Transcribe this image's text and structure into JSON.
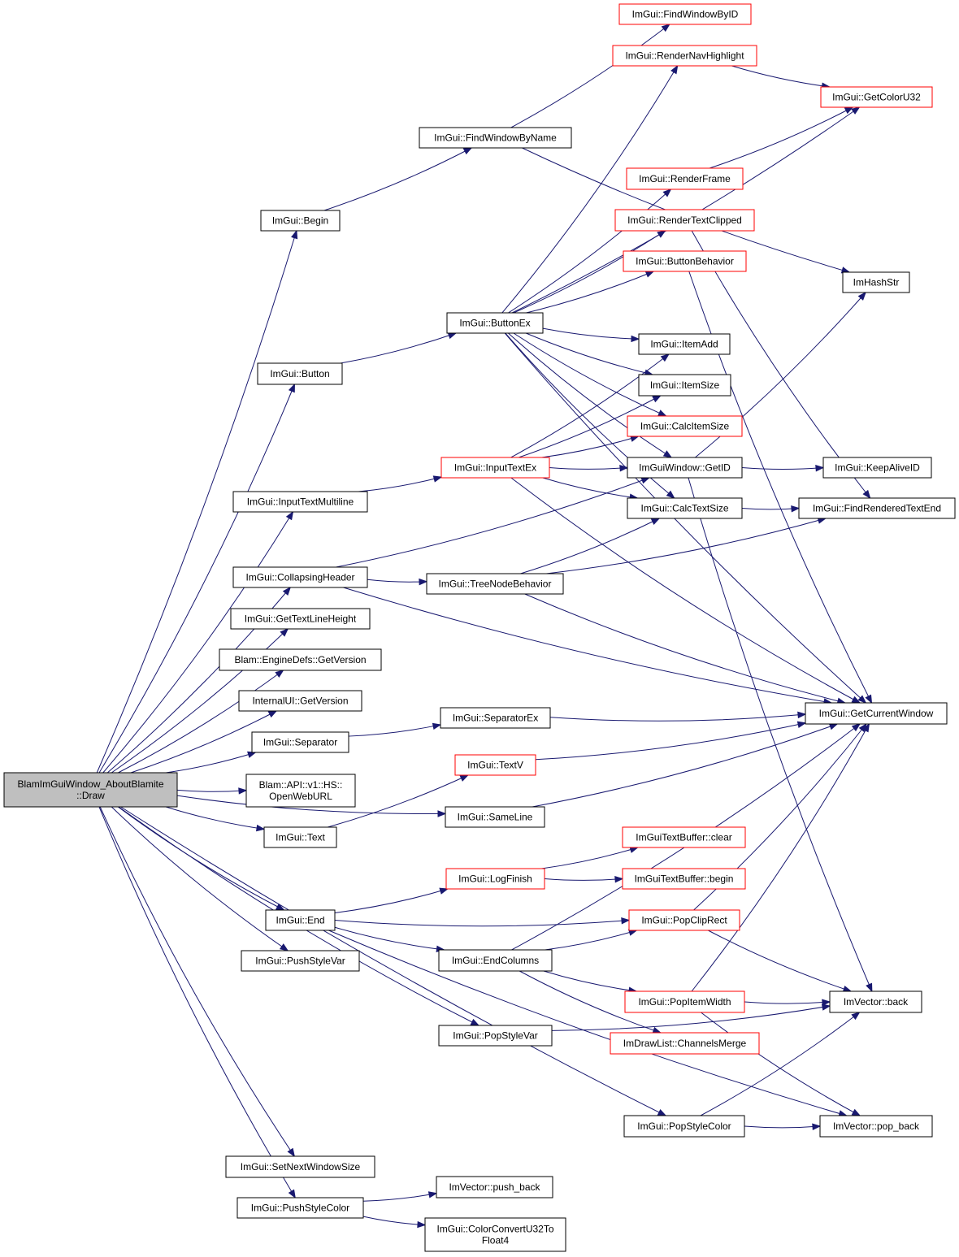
{
  "colors": {
    "edge": "#191970",
    "box_normal": "#000000",
    "box_truncated": "#ff0000",
    "root_fill": "#bfbfbf",
    "background": "#ffffff"
  },
  "nodes": {
    "root": {
      "label": "BlamImGuiWindow_AboutBlamite\n::Draw",
      "border": "normal",
      "root": true
    },
    "begin": {
      "label": "ImGui::Begin",
      "border": "normal"
    },
    "findWindowByName": {
      "label": "ImGui::FindWindowByName",
      "border": "normal"
    },
    "findWindowByID": {
      "label": "ImGui::FindWindowByID",
      "border": "truncated"
    },
    "renderNavHighlight": {
      "label": "ImGui::RenderNavHighlight",
      "border": "truncated"
    },
    "getColorU32": {
      "label": "ImGui::GetColorU32",
      "border": "truncated"
    },
    "renderFrame": {
      "label": "ImGui::RenderFrame",
      "border": "truncated"
    },
    "renderTextClipped": {
      "label": "ImGui::RenderTextClipped",
      "border": "truncated"
    },
    "buttonBehavior": {
      "label": "ImGui::ButtonBehavior",
      "border": "truncated"
    },
    "imHashStr": {
      "label": "ImHashStr",
      "border": "normal"
    },
    "buttonEx": {
      "label": "ImGui::ButtonEx",
      "border": "normal"
    },
    "button": {
      "label": "ImGui::Button",
      "border": "normal"
    },
    "itemAdd": {
      "label": "ImGui::ItemAdd",
      "border": "normal"
    },
    "itemSize": {
      "label": "ImGui::ItemSize",
      "border": "normal"
    },
    "calcItemSize": {
      "label": "ImGui::CalcItemSize",
      "border": "truncated"
    },
    "inputTextEx": {
      "label": "ImGui::InputTextEx",
      "border": "truncated"
    },
    "getID": {
      "label": "ImGuiWindow::GetID",
      "border": "normal"
    },
    "keepAliveID": {
      "label": "ImGui::KeepAliveID",
      "border": "normal"
    },
    "inputTextMultiline": {
      "label": "ImGui::InputTextMultiline",
      "border": "normal"
    },
    "calcTextSize": {
      "label": "ImGui::CalcTextSize",
      "border": "normal"
    },
    "findRenderedTextEnd": {
      "label": "ImGui::FindRenderedTextEnd",
      "border": "normal"
    },
    "collapsingHeader": {
      "label": "ImGui::CollapsingHeader",
      "border": "normal"
    },
    "treeNodeBehavior": {
      "label": "ImGui::TreeNodeBehavior",
      "border": "normal"
    },
    "getTextLineHeight": {
      "label": "ImGui::GetTextLineHeight",
      "border": "normal"
    },
    "engineGetVersion": {
      "label": "Blam::EngineDefs::GetVersion",
      "border": "normal"
    },
    "internalGetVersion": {
      "label": "InternalUI::GetVersion",
      "border": "normal"
    },
    "separatorEx": {
      "label": "ImGui::SeparatorEx",
      "border": "normal"
    },
    "getCurrentWindow": {
      "label": "ImGui::GetCurrentWindow",
      "border": "normal"
    },
    "separator": {
      "label": "ImGui::Separator",
      "border": "normal"
    },
    "textV": {
      "label": "ImGui::TextV",
      "border": "truncated"
    },
    "openWebURL": {
      "label": "Blam::API::v1::HS::\nOpenWebURL",
      "border": "normal"
    },
    "sameLine": {
      "label": "ImGui::SameLine",
      "border": "normal"
    },
    "text": {
      "label": "ImGui::Text",
      "border": "normal"
    },
    "textBufferClear": {
      "label": "ImGuiTextBuffer::clear",
      "border": "truncated"
    },
    "logFinish": {
      "label": "ImGui::LogFinish",
      "border": "truncated"
    },
    "textBufferBegin": {
      "label": "ImGuiTextBuffer::begin",
      "border": "truncated"
    },
    "end": {
      "label": "ImGui::End",
      "border": "normal"
    },
    "popClipRect": {
      "label": "ImGui::PopClipRect",
      "border": "truncated"
    },
    "endColumns": {
      "label": "ImGui::EndColumns",
      "border": "normal"
    },
    "pushStyleVar": {
      "label": "ImGui::PushStyleVar",
      "border": "normal"
    },
    "popItemWidth": {
      "label": "ImGui::PopItemWidth",
      "border": "truncated"
    },
    "vectorBack": {
      "label": "ImVector::back",
      "border": "normal"
    },
    "channelsMerge": {
      "label": "ImDrawList::ChannelsMerge",
      "border": "truncated"
    },
    "popStyleVar": {
      "label": "ImGui::PopStyleVar",
      "border": "normal"
    },
    "popStyleColor": {
      "label": "ImGui::PopStyleColor",
      "border": "normal"
    },
    "vectorPopBack": {
      "label": "ImVector::pop_back",
      "border": "normal"
    },
    "setNextWindowSize": {
      "label": "ImGui::SetNextWindowSize",
      "border": "normal"
    },
    "vectorPushBack": {
      "label": "ImVector::push_back",
      "border": "normal"
    },
    "pushStyleColor": {
      "label": "ImGui::PushStyleColor",
      "border": "normal"
    },
    "colorConvert": {
      "label": "ImGui::ColorConvertU32To\nFloat4",
      "border": "normal"
    }
  },
  "edges": [
    [
      "root",
      "begin"
    ],
    [
      "root",
      "button"
    ],
    [
      "root",
      "inputTextMultiline"
    ],
    [
      "root",
      "collapsingHeader"
    ],
    [
      "root",
      "getTextLineHeight"
    ],
    [
      "root",
      "engineGetVersion"
    ],
    [
      "root",
      "internalGetVersion"
    ],
    [
      "root",
      "separator"
    ],
    [
      "root",
      "openWebURL"
    ],
    [
      "root",
      "text"
    ],
    [
      "root",
      "sameLine"
    ],
    [
      "root",
      "end"
    ],
    [
      "root",
      "pushStyleVar"
    ],
    [
      "root",
      "popStyleVar"
    ],
    [
      "root",
      "popStyleColor"
    ],
    [
      "root",
      "setNextWindowSize"
    ],
    [
      "root",
      "pushStyleColor"
    ],
    [
      "begin",
      "findWindowByName"
    ],
    [
      "findWindowByName",
      "findWindowByID"
    ],
    [
      "findWindowByName",
      "imHashStr"
    ],
    [
      "renderNavHighlight",
      "getColorU32"
    ],
    [
      "renderFrame",
      "getColorU32"
    ],
    [
      "buttonEx",
      "renderNavHighlight"
    ],
    [
      "buttonEx",
      "getColorU32"
    ],
    [
      "buttonEx",
      "renderFrame"
    ],
    [
      "buttonEx",
      "renderTextClipped"
    ],
    [
      "buttonEx",
      "buttonBehavior"
    ],
    [
      "buttonEx",
      "itemAdd"
    ],
    [
      "buttonEx",
      "itemSize"
    ],
    [
      "buttonEx",
      "calcItemSize"
    ],
    [
      "buttonEx",
      "getID"
    ],
    [
      "buttonEx",
      "calcTextSize"
    ],
    [
      "buttonEx",
      "getCurrentWindow"
    ],
    [
      "button",
      "buttonEx"
    ],
    [
      "renderTextClipped",
      "findRenderedTextEnd"
    ],
    [
      "buttonBehavior",
      "getCurrentWindow"
    ],
    [
      "inputTextMultiline",
      "inputTextEx"
    ],
    [
      "inputTextEx",
      "itemAdd"
    ],
    [
      "inputTextEx",
      "itemSize"
    ],
    [
      "inputTextEx",
      "calcItemSize"
    ],
    [
      "inputTextEx",
      "getID"
    ],
    [
      "inputTextEx",
      "calcTextSize"
    ],
    [
      "inputTextEx",
      "getCurrentWindow"
    ],
    [
      "getID",
      "keepAliveID"
    ],
    [
      "getID",
      "imHashStr"
    ],
    [
      "getID",
      "vectorBack"
    ],
    [
      "calcTextSize",
      "findRenderedTextEnd"
    ],
    [
      "collapsingHeader",
      "getID"
    ],
    [
      "collapsingHeader",
      "treeNodeBehavior"
    ],
    [
      "collapsingHeader",
      "getCurrentWindow"
    ],
    [
      "treeNodeBehavior",
      "calcTextSize"
    ],
    [
      "treeNodeBehavior",
      "findRenderedTextEnd"
    ],
    [
      "treeNodeBehavior",
      "getCurrentWindow"
    ],
    [
      "separator",
      "separatorEx"
    ],
    [
      "separatorEx",
      "getCurrentWindow"
    ],
    [
      "text",
      "textV"
    ],
    [
      "textV",
      "getCurrentWindow"
    ],
    [
      "sameLine",
      "getCurrentWindow"
    ],
    [
      "end",
      "logFinish"
    ],
    [
      "end",
      "popClipRect"
    ],
    [
      "end",
      "endColumns"
    ],
    [
      "end",
      "vectorPopBack"
    ],
    [
      "logFinish",
      "textBufferClear"
    ],
    [
      "logFinish",
      "textBufferBegin"
    ],
    [
      "popClipRect",
      "getCurrentWindow"
    ],
    [
      "popClipRect",
      "vectorBack"
    ],
    [
      "endColumns",
      "popClipRect"
    ],
    [
      "endColumns",
      "getCurrentWindow"
    ],
    [
      "endColumns",
      "popItemWidth"
    ],
    [
      "endColumns",
      "channelsMerge"
    ],
    [
      "popItemWidth",
      "getCurrentWindow"
    ],
    [
      "popItemWidth",
      "vectorBack"
    ],
    [
      "popItemWidth",
      "vectorPopBack"
    ],
    [
      "popStyleVar",
      "vectorBack"
    ],
    [
      "popStyleColor",
      "vectorBack"
    ],
    [
      "popStyleColor",
      "vectorPopBack"
    ],
    [
      "pushStyleColor",
      "vectorPushBack"
    ],
    [
      "pushStyleColor",
      "colorConvert"
    ]
  ]
}
